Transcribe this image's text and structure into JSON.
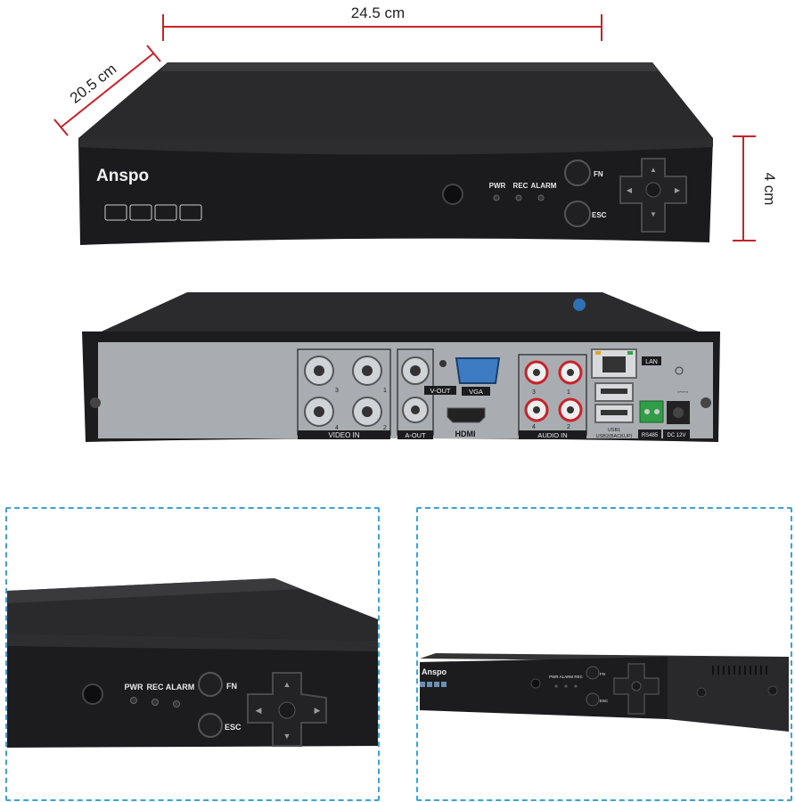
{
  "dimensions": {
    "width": "24.5 cm",
    "depth": "20.5 cm",
    "height": "4 cm"
  },
  "front": {
    "brand": "Anspo",
    "indicators": [
      "PWR",
      "REC",
      "ALARM"
    ],
    "fn_label": "FN",
    "esc_label": "ESC"
  },
  "rear": {
    "video_in_label": "VIDEO IN",
    "bnc_numbers": [
      "3",
      "1",
      "4",
      "2"
    ],
    "vout_label": "V-OUT",
    "aout_label": "A-OUT",
    "vga_label": "VGA",
    "hdmi_label": "HDMI",
    "audio_in_label": "AUDIO IN",
    "audio_numbers": [
      "3",
      "1",
      "4",
      "2"
    ],
    "lan_label": "LAN",
    "usb1_label": "USB1",
    "usb2_label": "USB2(BACKUP)",
    "rs485_label": "RS485",
    "dc_label": "DC 12V"
  },
  "detail_left": {
    "indicators": [
      "PWR",
      "REC",
      "ALARM"
    ],
    "fn_label": "FN",
    "esc_label": "ESC"
  },
  "detail_right": {
    "brand": "Anspo",
    "indicators": "PWR ALARM REC",
    "fn_label": "FN",
    "esc_label": "ESC"
  },
  "colors": {
    "dimension_line": "#c8222a",
    "panel_border": "#3aa3d8",
    "device_body": "#1e1e20",
    "rear_plate": "#a9adb2"
  }
}
